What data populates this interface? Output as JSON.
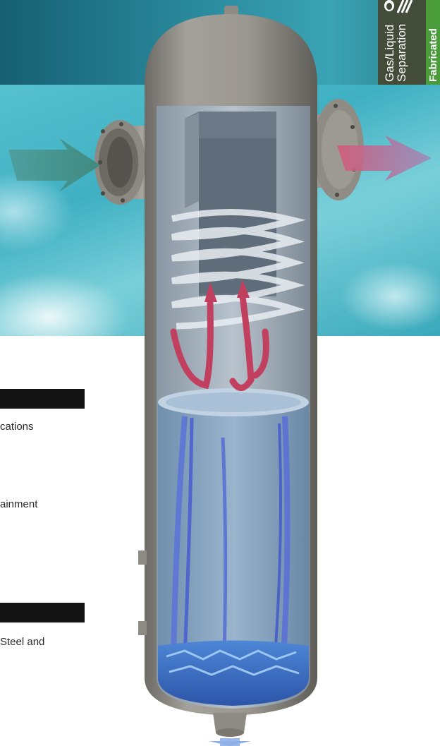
{
  "brochure": {
    "category_line1": "Gas/Liquid",
    "category_line2": "Separation",
    "side_tab_green_label": "Fabricated",
    "feature_text_1": "cations",
    "feature_text_2": "ainment",
    "feature_text_3": "Steel and"
  },
  "colors": {
    "banner_teal": "#2a8a9d",
    "water_cyan": "#56c1cf",
    "side_tab_dark": "#434b39",
    "side_tab_green": "#4a9b3a",
    "inlet_arrow": "#3f8a80",
    "outlet_arrow": "#c7607e",
    "internal_flow_arrow": "#c2405f",
    "drain_arrow": "#8fb0e6"
  },
  "illustration": {
    "subject": "separator-vessel-cutaway",
    "icons": [
      "inlet-arrow-icon",
      "outlet-arrow-icon",
      "flow-arrow-icon",
      "drain-arrow-icon",
      "liquid-drop-icon"
    ]
  }
}
